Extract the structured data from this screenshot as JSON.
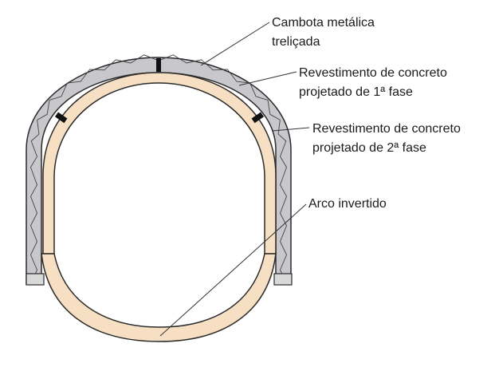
{
  "labels": {
    "cambota": [
      "Cambota metálica",
      "treliçada"
    ],
    "fase1": [
      "Revestimento de concreto",
      "projetado de 1ª fase"
    ],
    "fase2": [
      "Revestimento de concreto",
      "projetado de 2ª fase"
    ],
    "arco": [
      "Arco invertido"
    ]
  },
  "colors": {
    "background": "#ffffff",
    "lining_first_phase": "#c8c8cc",
    "lining_second_phase": "#f6dfc2",
    "invert_arch": "#f6dfc2",
    "outline": "#2a2a2a",
    "steel_blocks": "#111111"
  },
  "icons": {
    "lattice_girder": "zigzag-truss"
  }
}
